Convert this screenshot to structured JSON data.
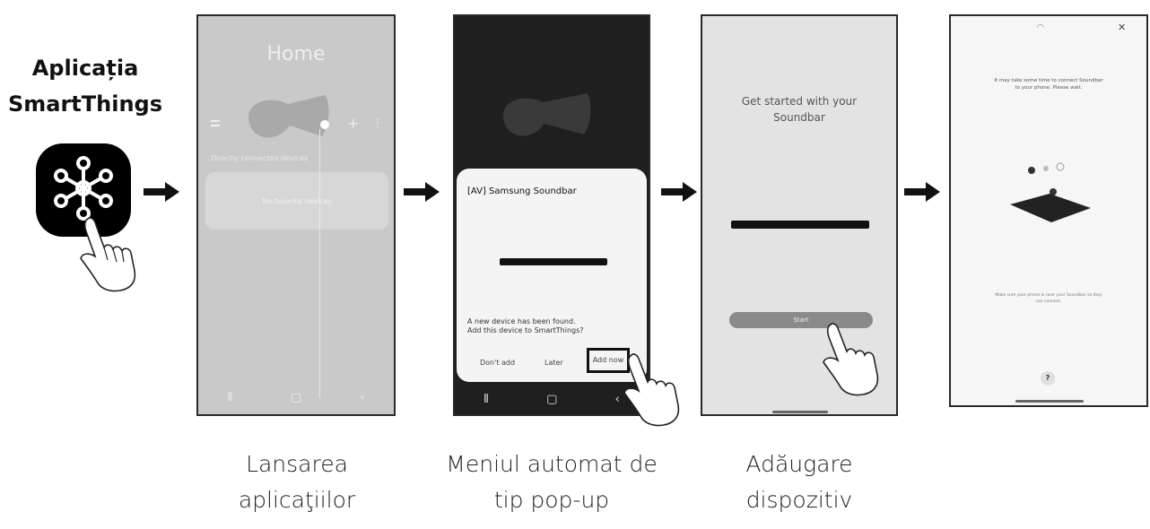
{
  "app_label": {
    "line1": "Aplicația",
    "line2": "SmartThings"
  },
  "captions": [
    {
      "line1": "Lansarea",
      "line2": "aplicaţiilor"
    },
    {
      "line1": "Meniul automat de",
      "line2": "tip pop-up"
    },
    {
      "line1": "Adăugare",
      "line2": "dispozitiv"
    }
  ],
  "screen1": {
    "title": "Home",
    "section": "Directly connected devices",
    "empty": "No favorite devices"
  },
  "screen2": {
    "popup_title": "[AV] Samsung Soundbar",
    "message_line1": "A new device has been found.",
    "message_line2": "Add this device to SmartThings?",
    "btn_dont_add": "Don't add",
    "btn_later": "Later",
    "btn_add_now": "Add now"
  },
  "screen3": {
    "heading_line1": "Get started with your",
    "heading_line2": "Soundbar",
    "start_button": "Start"
  },
  "screen4": {
    "wait_line1": "It may take some time to connect Soundbar",
    "wait_line2": "to your phone. Please wait.",
    "hint_line1": "Make sure your phone is near your Soundbar so they",
    "hint_line2": "can connect.",
    "help": "?"
  }
}
